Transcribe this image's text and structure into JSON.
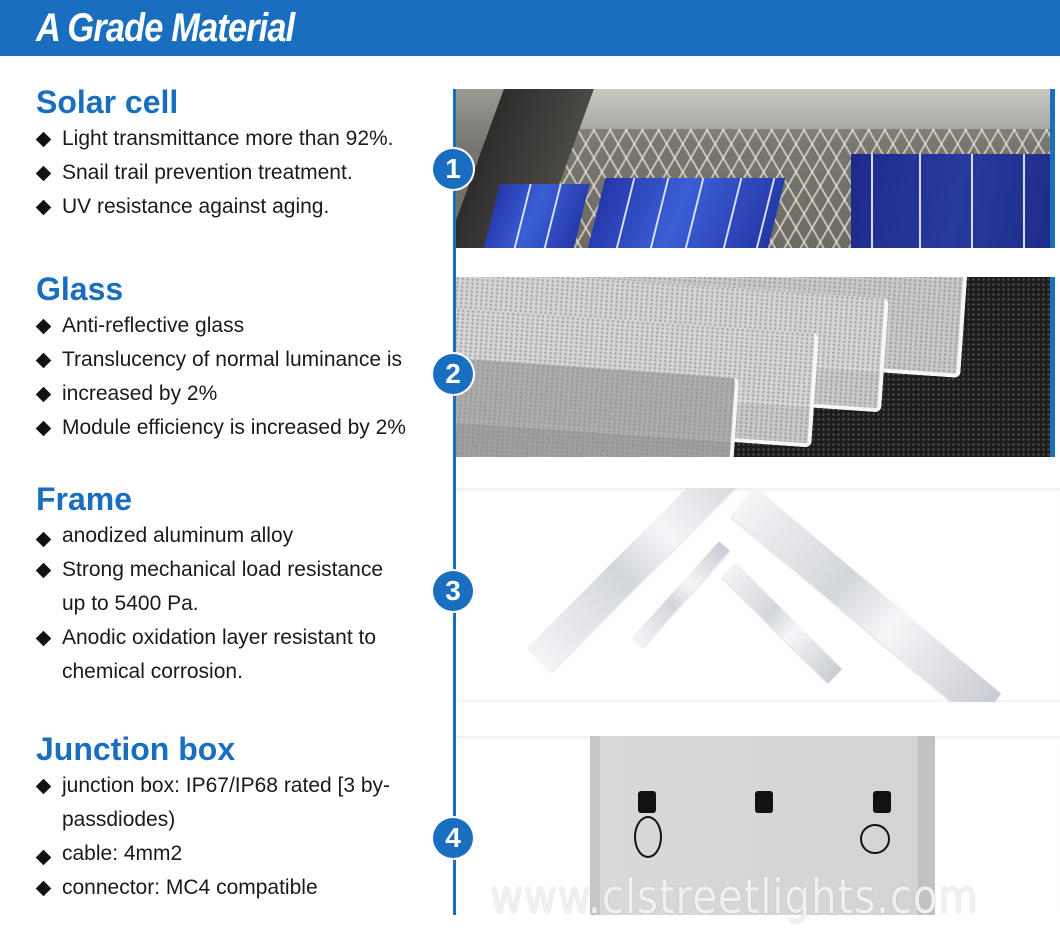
{
  "header": {
    "title": "A Grade Material",
    "background_color": "#1a6ebf"
  },
  "sections": [
    {
      "number": "1",
      "title": "Solar cell",
      "bullets": [
        "Light transmittance more than 92%.",
        "Snail trail prevention treatment.",
        "UV resistance against aging."
      ],
      "image_desc": "Blue polycrystalline solar cells on a metal mesh tray"
    },
    {
      "number": "2",
      "title": "Glass",
      "bullets": [
        "Anti-reflective glass",
        "Translucency of normal luminance is",
        "increased by 2%",
        "Module efficiency is increased by 2%"
      ],
      "image_desc": "Stacked textured anti-reflective glass sheets"
    },
    {
      "number": "3",
      "title": "Frame",
      "bullets": [
        "anodized aluminum alloy",
        "Strong mechanical load resistance",
        "Anodic oxidation layer resistant to"
      ],
      "continuations": {
        "1": "up to 5400 Pa.",
        "2": "chemical corrosion."
      },
      "image_desc": "Anodized aluminum frame corner pieces"
    },
    {
      "number": "4",
      "title": "Junction box",
      "bullets": [
        "junction box: IP67/IP68 rated [3 by-",
        "cable: 4mm2",
        "connector: MC4 compatible"
      ],
      "continuations": {
        "0": "passdiodes)"
      },
      "image_desc": "Back of solar panel with three junction boxes and cables"
    }
  ],
  "watermark": "www.clstreetlights.com",
  "accent_color": "#1a6ebf"
}
